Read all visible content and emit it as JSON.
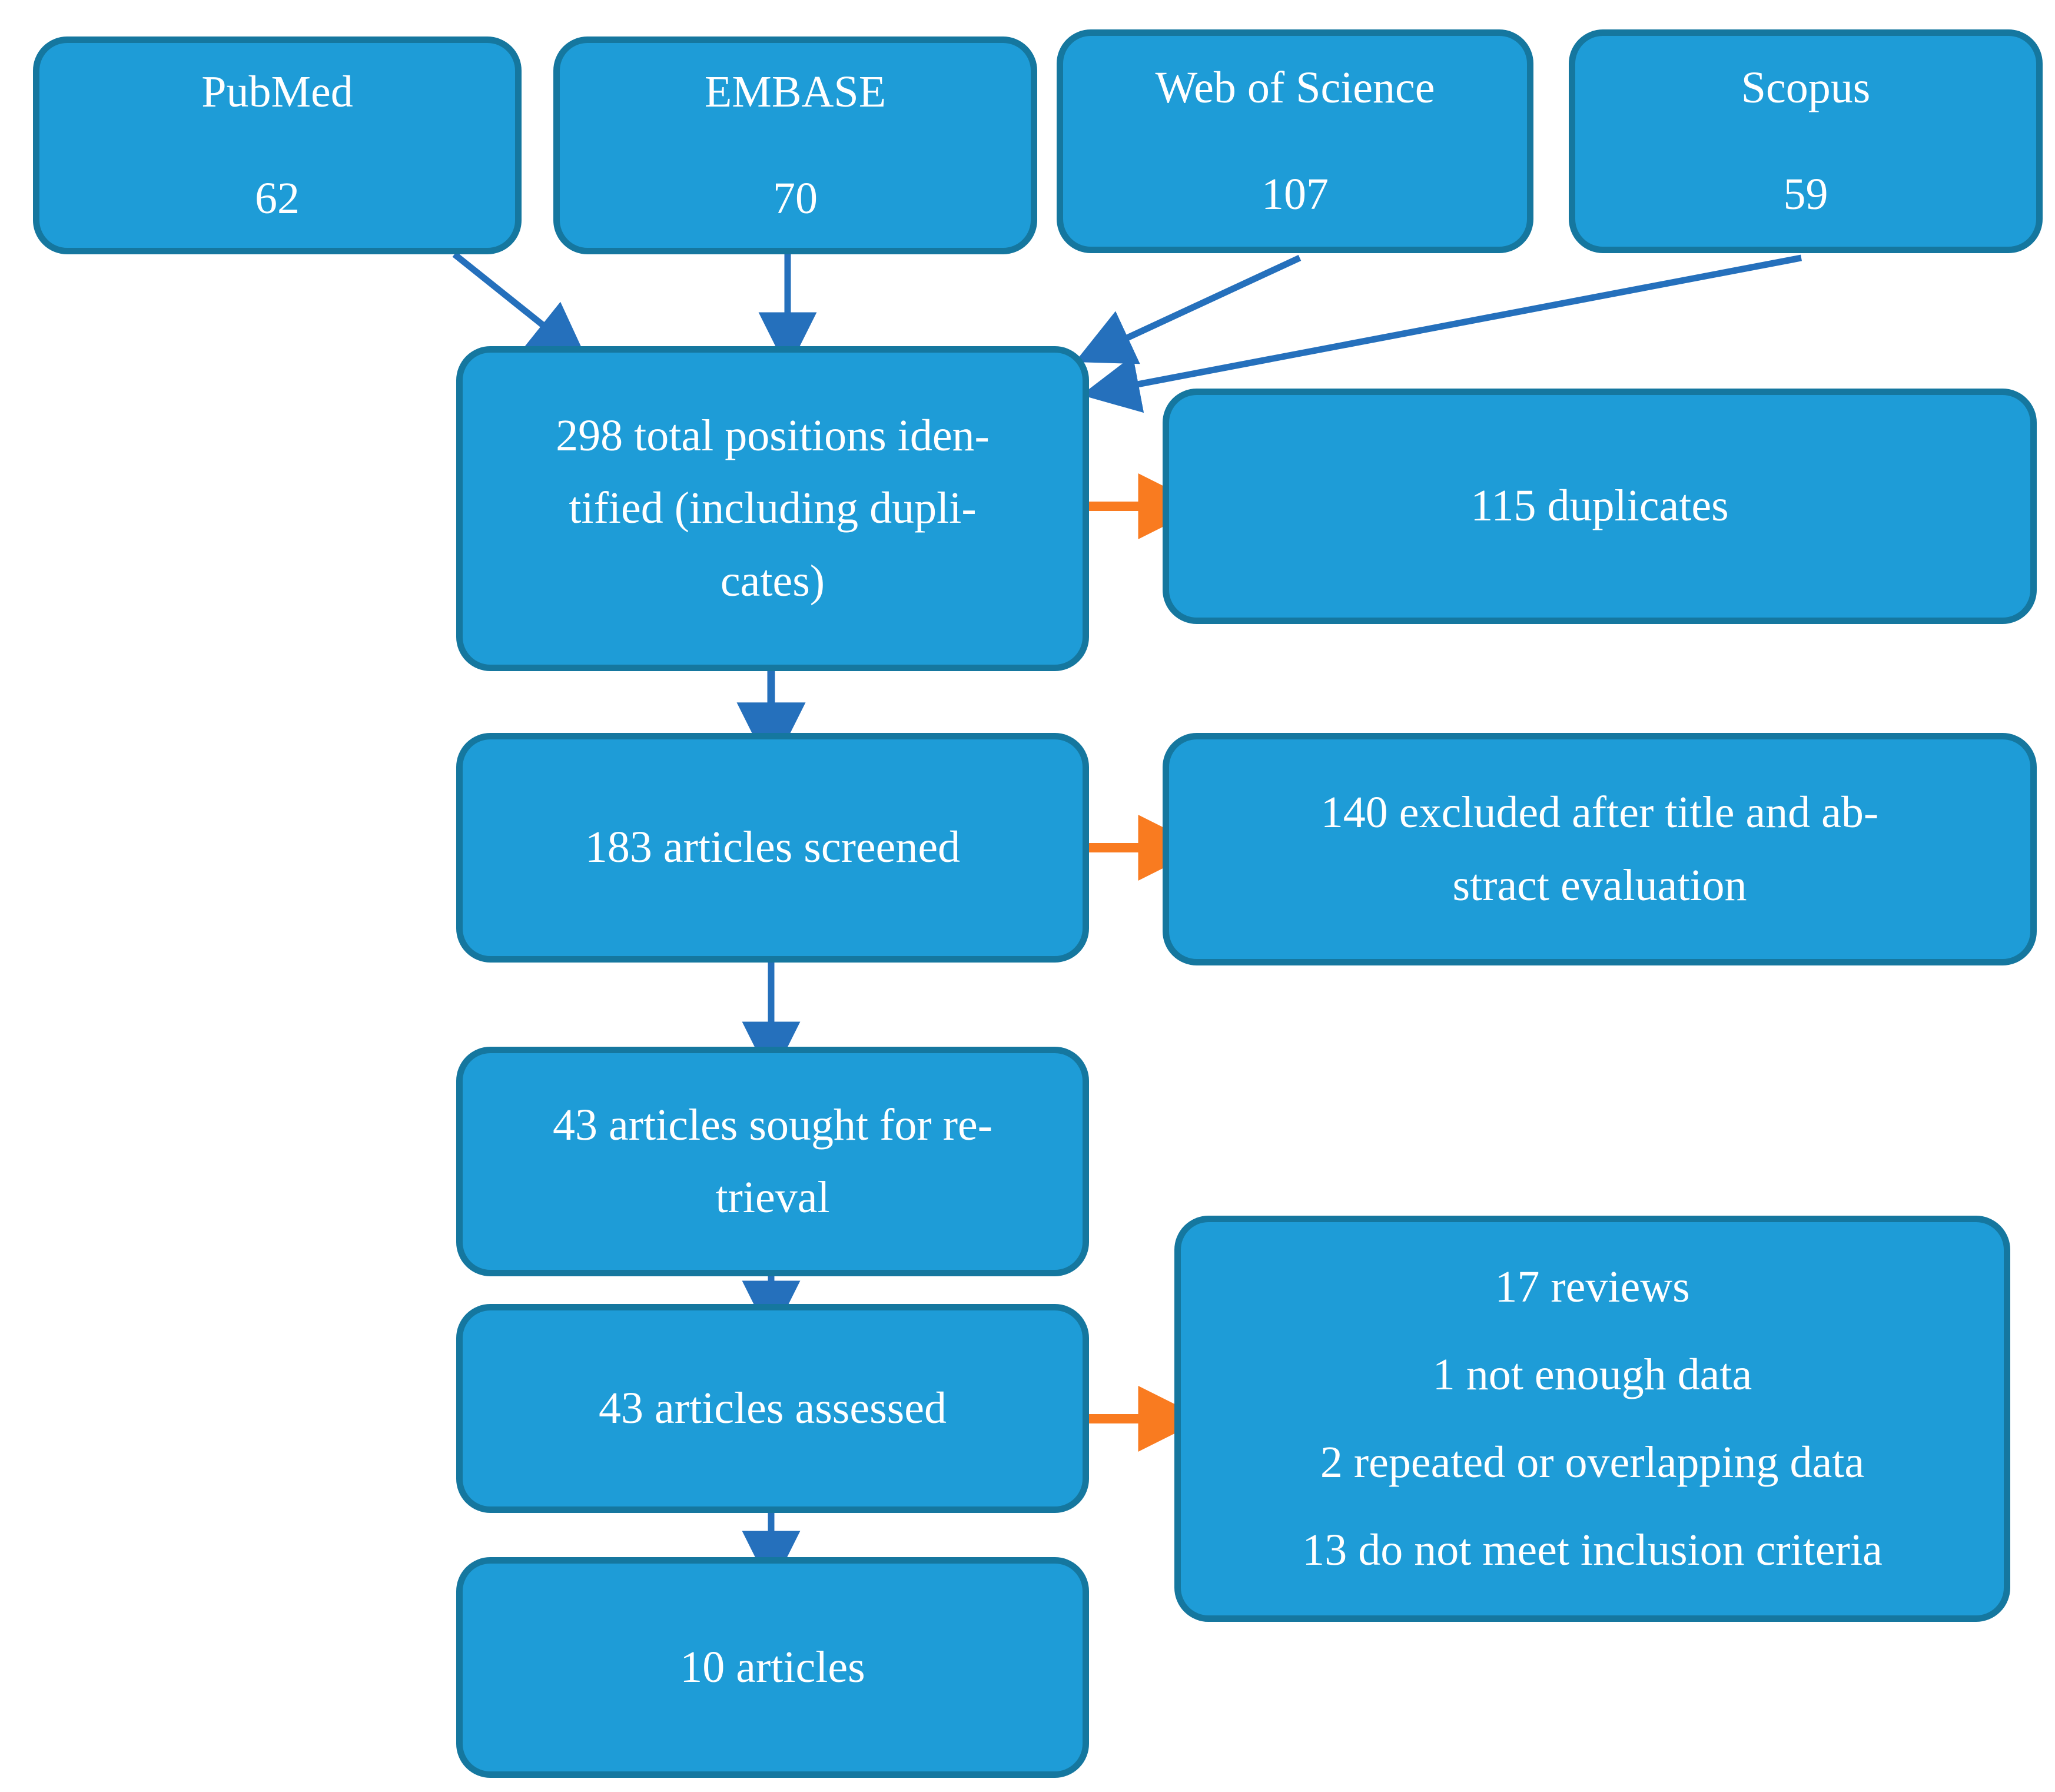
{
  "diagram": {
    "type": "prisma-flow-diagram",
    "colors": {
      "box_fill": "#1E9CD7",
      "box_border": "#15779F",
      "box_text": "#FFFFFF",
      "flow_arrow": "#2570BC",
      "exclusion_arrow": "#F97B20",
      "background": "#FFFFFF"
    }
  },
  "sources": [
    {
      "name": "PubMed",
      "count": "62"
    },
    {
      "name": "EMBASE",
      "count": "70"
    },
    {
      "name": "Web of Science",
      "count": "107"
    },
    {
      "name": "Scopus",
      "count": "59"
    }
  ],
  "flow": {
    "identified": {
      "lines": [
        "298 total positions iden-",
        "tified (including dupli-",
        "cates)"
      ],
      "count": 298
    },
    "screened": {
      "lines": [
        "183 articles screened"
      ],
      "count": 183
    },
    "sought": {
      "lines": [
        "43 articles sought for re-",
        "trieval"
      ],
      "count": 43
    },
    "assessed": {
      "lines": [
        "43 articles assessed"
      ],
      "count": 43
    },
    "included": {
      "lines": [
        "10 articles"
      ],
      "count": 10
    }
  },
  "exclusions": {
    "duplicates": {
      "lines": [
        "115 duplicates"
      ],
      "count": 115
    },
    "title_abstract": {
      "lines": [
        "140 excluded after title and ab-",
        "stract evaluation"
      ],
      "count": 140
    },
    "reasons": {
      "lines": [
        "17 reviews",
        "1 not enough data",
        "2 repeated or overlapping data",
        "13 do not meet inclusion criteria"
      ],
      "items": [
        {
          "count": 17,
          "reason": "reviews"
        },
        {
          "count": 1,
          "reason": "not enough data"
        },
        {
          "count": 2,
          "reason": "repeated or overlapping data"
        },
        {
          "count": 13,
          "reason": "do not meet inclusion criteria"
        }
      ]
    }
  }
}
